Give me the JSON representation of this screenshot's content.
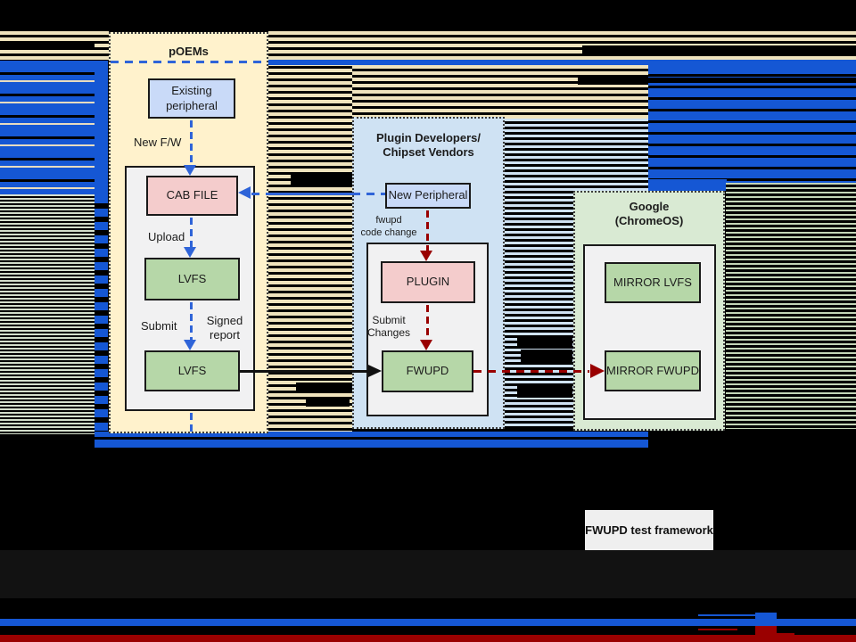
{
  "colors": {
    "accent_blue": "#1557d4",
    "arrow_blue": "#2f64d8",
    "arrow_red": "#990000",
    "poems_fill": "#fff2cc",
    "plugin_fill": "#cfe2f3",
    "google_fill": "#d9ead3",
    "peripheral_fill": "#c9daf8",
    "cab_plugin_fill": "#f4cccc",
    "lvfs_fwupd_fill": "#b6d7a8",
    "panel_fill": "#f1f1f2",
    "tan_stripe": "#efe3bd",
    "pale_stripe": "#d3decb",
    "green_stripe": "#c4d6b8",
    "bottom_red_bar": "#9a0000"
  },
  "poems": {
    "title": "pOEMs",
    "existing_peripheral": "Existing peripheral",
    "cab_file": "CAB FILE",
    "lvfs_upper": "LVFS",
    "lvfs_lower": "LVFS",
    "label_new_fw": "New F/W",
    "label_upload": "Upload",
    "label_submit": "Submit",
    "label_signed_report": "Signed report"
  },
  "plugin_vendors": {
    "title_line1": "Plugin Developers/",
    "title_line2": "Chipset Vendors",
    "new_peripheral": "New Peripheral",
    "plugin": "PLUGIN",
    "fwupd": "FWUPD",
    "label_fwupd_code_change_line1": "fwupd",
    "label_fwupd_code_change_line2": "code change",
    "label_submit_changes": "Submit Changes"
  },
  "google": {
    "title_line1": "Google",
    "title_line2": "(ChromeOS)",
    "mirror_lvfs": "MIRROR LVFS",
    "mirror_fwupd": "MIRROR FWUPD"
  },
  "footer": {
    "test_framework": "FWUPD test framework"
  }
}
